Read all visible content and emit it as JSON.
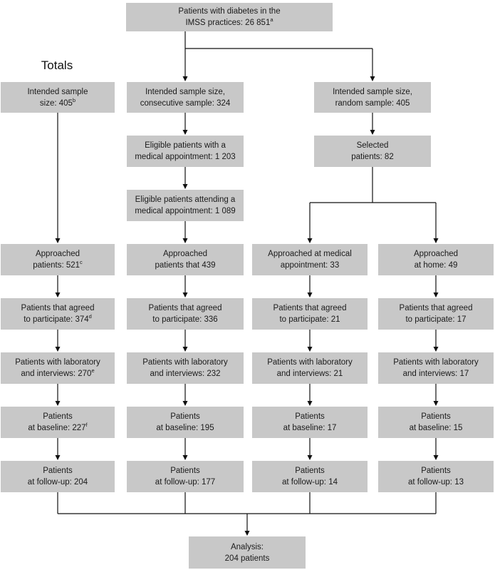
{
  "labels": {
    "totals_heading": "Totals"
  },
  "colors": {
    "box_fill": "#c8c8c8",
    "line": "#111111",
    "text": "#1b1b1b",
    "background": "#ffffff"
  },
  "boxes": {
    "root": {
      "line1": "Patients with diabetes in the",
      "line2": "IMSS practices: 26 851",
      "sup": "a"
    },
    "totals": [
      {
        "line1": "Intended sample",
        "line2": "size: 405",
        "sup": "b"
      },
      {
        "line1": "Approached",
        "line2": "patients: 521",
        "sup": "c"
      },
      {
        "line1": "Patients that agreed",
        "line2": "to participate: 374",
        "sup": "d"
      },
      {
        "line1": "Patients with laboratory",
        "line2": "and interviews: 270",
        "sup": "e"
      },
      {
        "line1": "Patients",
        "line2": "at baseline: 227",
        "sup": "f"
      },
      {
        "line1": "Patients",
        "line2": "at follow-up: 204"
      }
    ],
    "consecutive": [
      {
        "line1": "Intended sample size,",
        "line2": "consecutive sample: 324"
      },
      {
        "line1": "Eligible patients with a",
        "line2": "medical appointment: 1 203"
      },
      {
        "line1": "Eligible patients attending a",
        "line2": "medical appointment: 1 089"
      },
      {
        "line1": "Approached",
        "line2": "patients that 439"
      },
      {
        "line1": "Patients that agreed",
        "line2": "to participate: 336"
      },
      {
        "line1": "Patients with laboratory",
        "line2": "and interviews: 232"
      },
      {
        "line1": "Patients",
        "line2": "at baseline: 195"
      },
      {
        "line1": "Patients",
        "line2": "at follow-up: 177"
      }
    ],
    "random": [
      {
        "line1": "Intended sample size,",
        "line2": "random sample: 405"
      },
      {
        "line1": "Selected",
        "line2": "patients: 82"
      }
    ],
    "medical": [
      {
        "line1": "Approached at medical",
        "line2": "appointment: 33"
      },
      {
        "line1": "Patients that agreed",
        "line2": "to participate: 21"
      },
      {
        "line1": "Patients with laboratory",
        "line2": "and interviews: 21"
      },
      {
        "line1": "Patients",
        "line2": "at baseline: 17"
      },
      {
        "line1": "Patients",
        "line2": "at follow-up: 14"
      }
    ],
    "home": [
      {
        "line1": "Approached",
        "line2": "at home: 49"
      },
      {
        "line1": "Patients that agreed",
        "line2": "to participate: 17"
      },
      {
        "line1": "Patients with laboratory",
        "line2": "and interviews: 17"
      },
      {
        "line1": "Patients",
        "line2": "at baseline: 15"
      },
      {
        "line1": "Patients",
        "line2": "at follow-up: 13"
      }
    ],
    "analysis": {
      "line1": "Analysis:",
      "line2": "204 patients"
    }
  }
}
